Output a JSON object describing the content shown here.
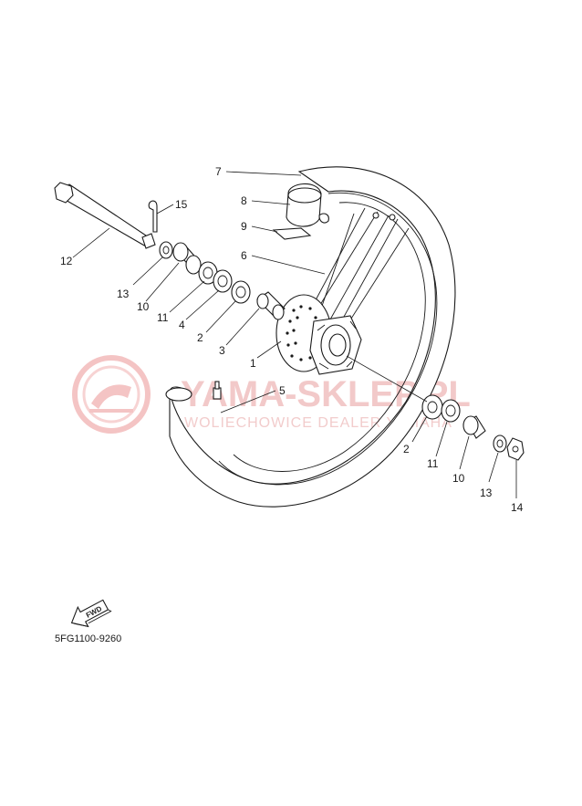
{
  "diagram": {
    "diagram_code": "5FG1100-9260",
    "watermark": {
      "main_text": "YAMA-SKLEP.PL",
      "sub_text": "WOLIECHOWICE DEALER YAMAHA"
    },
    "fwd_label": "FWD",
    "callouts": [
      {
        "id": "c7",
        "label": "7"
      },
      {
        "id": "c8",
        "label": "8"
      },
      {
        "id": "c9",
        "label": "9"
      },
      {
        "id": "c6",
        "label": "6"
      },
      {
        "id": "c15",
        "label": "15"
      },
      {
        "id": "c12",
        "label": "12"
      },
      {
        "id": "c13a",
        "label": "13"
      },
      {
        "id": "c10a",
        "label": "10"
      },
      {
        "id": "c11a",
        "label": "11"
      },
      {
        "id": "c4",
        "label": "4"
      },
      {
        "id": "c2a",
        "label": "2"
      },
      {
        "id": "c3",
        "label": "3"
      },
      {
        "id": "c1",
        "label": "1"
      },
      {
        "id": "c5",
        "label": "5"
      },
      {
        "id": "c2b",
        "label": "2"
      },
      {
        "id": "c11b",
        "label": "11"
      },
      {
        "id": "c10b",
        "label": "10"
      },
      {
        "id": "c13b",
        "label": "13"
      },
      {
        "id": "c14",
        "label": "14"
      }
    ]
  }
}
